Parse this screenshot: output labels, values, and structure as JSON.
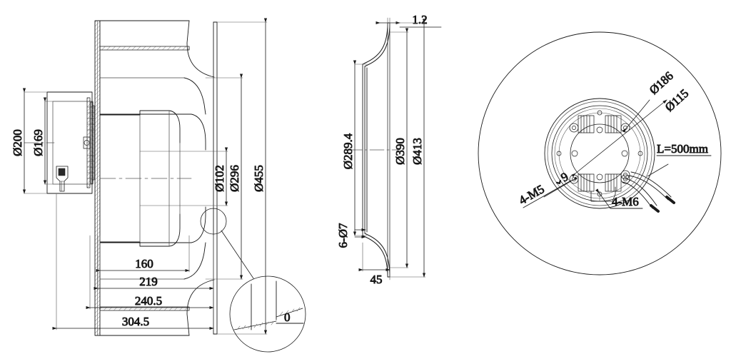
{
  "drawing": {
    "title": "Backward-curved centrifugal fan impeller with EC motor — technical drawing",
    "line_color": "#1a1a1a",
    "thin_color": "#555555",
    "hatch_color": "#888888",
    "background": "#ffffff"
  },
  "views": {
    "left": {
      "name": "sectional-side-view",
      "dimensions_vertical": [
        {
          "id": "d200",
          "label": "Ø200"
        },
        {
          "id": "d169",
          "label": "Ø169"
        },
        {
          "id": "d102",
          "label": "Ø102"
        },
        {
          "id": "d296",
          "label": "Ø296"
        },
        {
          "id": "d455",
          "label": "Ø455"
        }
      ],
      "dimensions_horizontal": [
        {
          "id": "w160",
          "label": "160"
        },
        {
          "id": "w219",
          "label": "219"
        },
        {
          "id": "w2405",
          "label": "240.5"
        },
        {
          "id": "w3045",
          "label": "304.5"
        }
      ],
      "detail_callout": {
        "label": "0",
        "name": "blade-tip-detail"
      }
    },
    "middle": {
      "name": "inlet-ring-profile-view",
      "dimensions_vertical": [
        {
          "id": "d2894",
          "label": "Ø289.4"
        },
        {
          "id": "d390",
          "label": "Ø390"
        },
        {
          "id": "d413",
          "label": "Ø413"
        }
      ],
      "dimensions_horizontal": [
        {
          "id": "t12",
          "label": "1.2"
        },
        {
          "id": "w45",
          "label": "45"
        }
      ],
      "hole_note": {
        "id": "h6d7",
        "label": "6-Ø7"
      }
    },
    "right": {
      "name": "rear-view",
      "leaders": [
        {
          "id": "d186",
          "label": "Ø186"
        },
        {
          "id": "d115",
          "label": "Ø115"
        },
        {
          "id": "cable",
          "label": "L=500mm"
        },
        {
          "id": "m5",
          "label": "4-M5",
          "depth": "9",
          "depth_symbol": "⌄"
        },
        {
          "id": "m6",
          "label": "4-M6"
        }
      ]
    }
  }
}
